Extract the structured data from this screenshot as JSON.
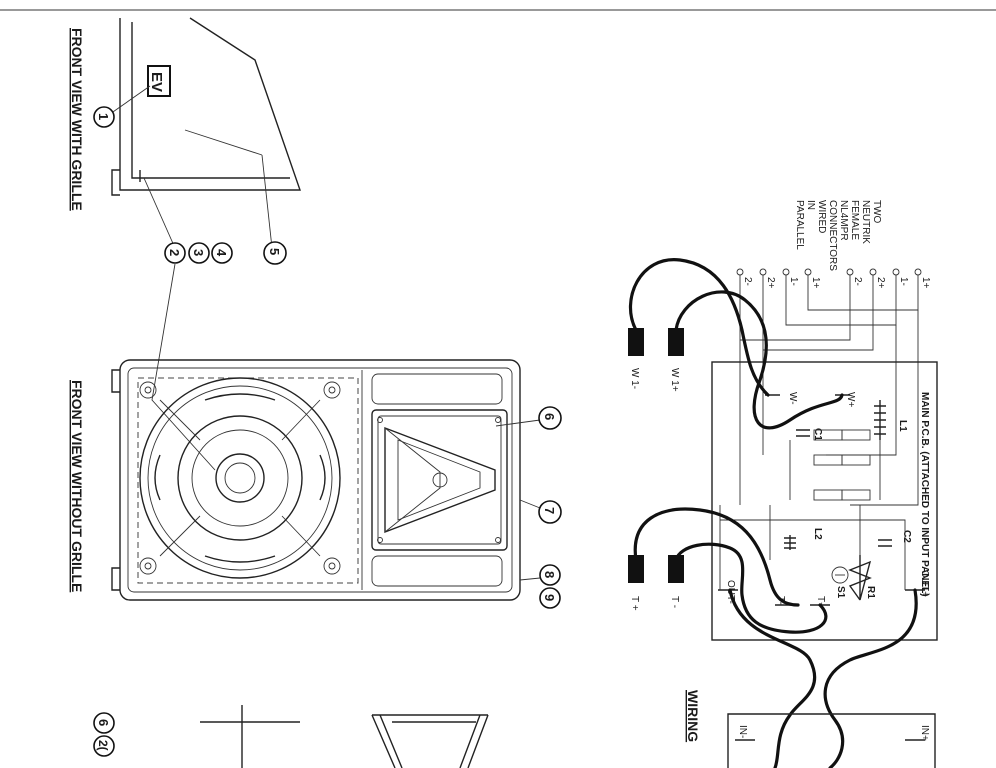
{
  "titles": {
    "front_with_grille": "FRONT VIEW WITH GRILLE",
    "front_without_grille": "FRONT VIEW WITHOUT GRILLE",
    "wiring": "WIRING"
  },
  "logo_text": "EV",
  "callouts": [
    "1",
    "2",
    "3",
    "4",
    "5",
    "6",
    "7",
    "8",
    "9",
    "6"
  ],
  "callout_partial": "2(",
  "connector_note": [
    "TWO",
    "NEUTRIK",
    "FEMALE",
    "NL4MPR",
    "CONNECTORS",
    "WIRED",
    "IN",
    "PARALLEL"
  ],
  "pins": [
    "2-",
    "2+",
    "1-",
    "1+",
    "2-",
    "2+",
    "1-",
    "1+"
  ],
  "pcb_title": "MAIN P.C.B. (ATTACHED TO INPUT PANEL)",
  "pcb_labels": {
    "w_minus": "W-",
    "w_plus": "W+",
    "l1": "L1",
    "c1": "C1",
    "l2": "L2",
    "c2": "C2",
    "r1": "R1",
    "s1": "S1",
    "out_minus": "OUT-",
    "out_plus": "OUT+",
    "t_plus": "T+",
    "t_minus": "T-"
  },
  "plugs": {
    "w1_minus": "W 1-",
    "w1_plus": "W 1+",
    "t_plus": "T +",
    "t_minus": "T -"
  },
  "input_labels": {
    "in_minus": "IN-",
    "in_plus": "IN+"
  }
}
